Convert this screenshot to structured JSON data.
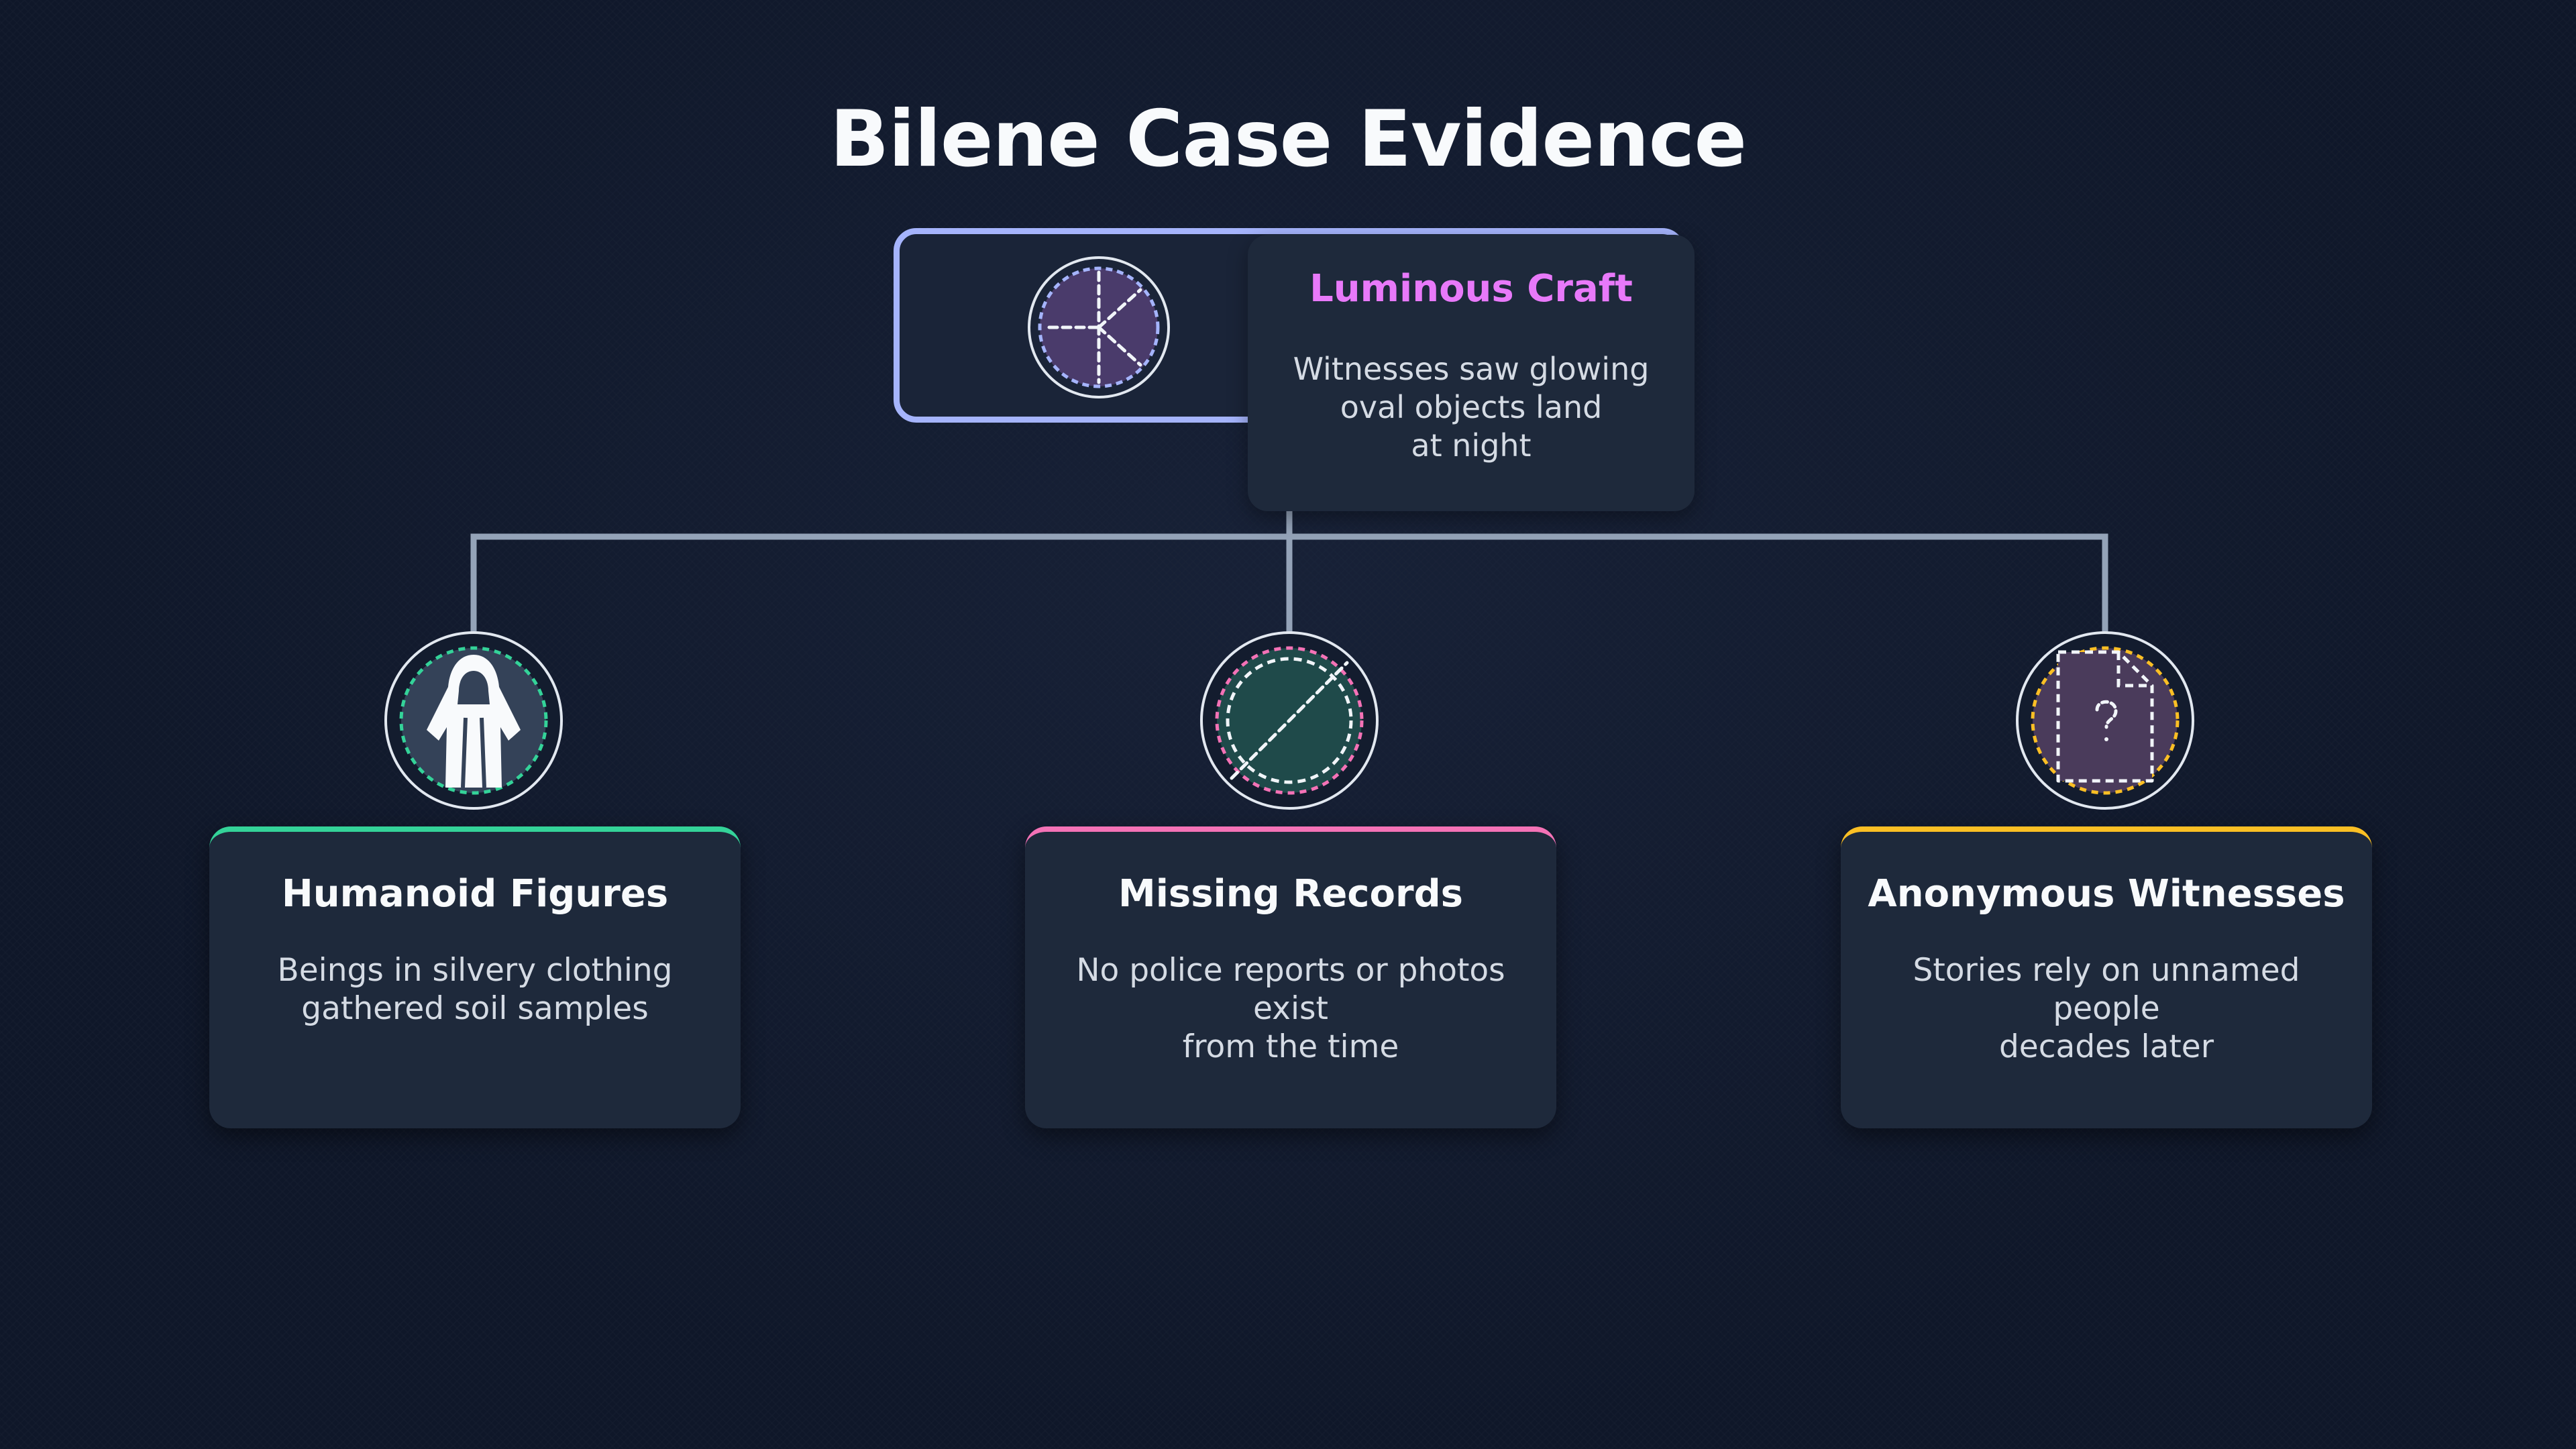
{
  "title": "Bilene Case Evidence",
  "root": {
    "title": "Luminous Craft",
    "description_lines": [
      "Witnesses saw glowing",
      "oval objects land",
      "at night"
    ],
    "icon": "dashed-sphere-icon",
    "accent": "#a5b4fc",
    "title_color": "#e879f9"
  },
  "children": [
    {
      "title": "Humanoid Figures",
      "description_lines": [
        "Beings in silvery clothing",
        "gathered soil samples"
      ],
      "icon": "hooded-figure-icon",
      "accent": "#34d399"
    },
    {
      "title": "Missing Records",
      "description_lines": [
        "No police reports or photos exist",
        "from the time"
      ],
      "icon": "prohibited-icon",
      "accent": "#f472b6"
    },
    {
      "title": "Anonymous Witnesses",
      "description_lines": [
        "Stories rely on unnamed people",
        "decades later"
      ],
      "icon": "unknown-document-icon",
      "accent": "#fbbf24"
    }
  ]
}
